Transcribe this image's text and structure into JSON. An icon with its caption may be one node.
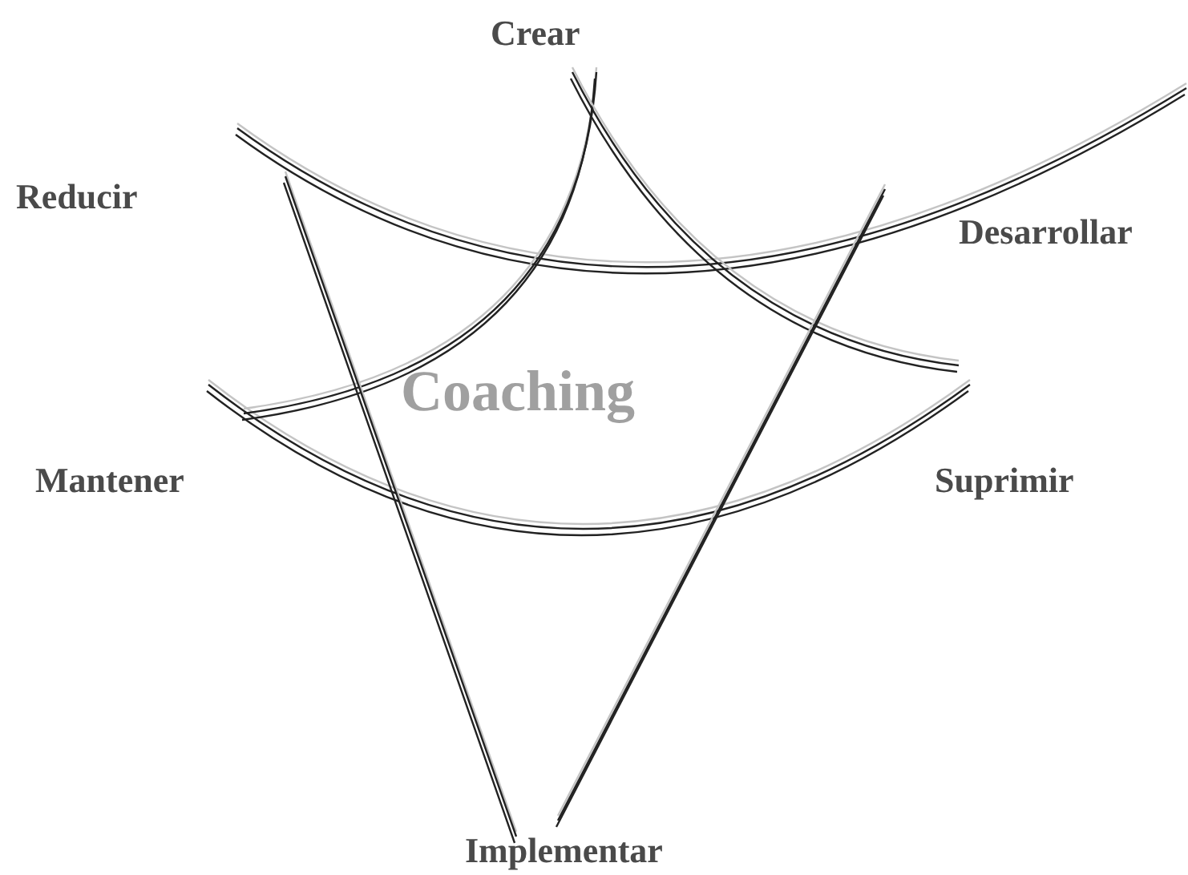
{
  "diagram": {
    "labels": [
      "Crear",
      "Reducir",
      "Desarrollar",
      "Coaching",
      "Mantener",
      "Suprimir",
      "Implementar"
    ]
  }
}
